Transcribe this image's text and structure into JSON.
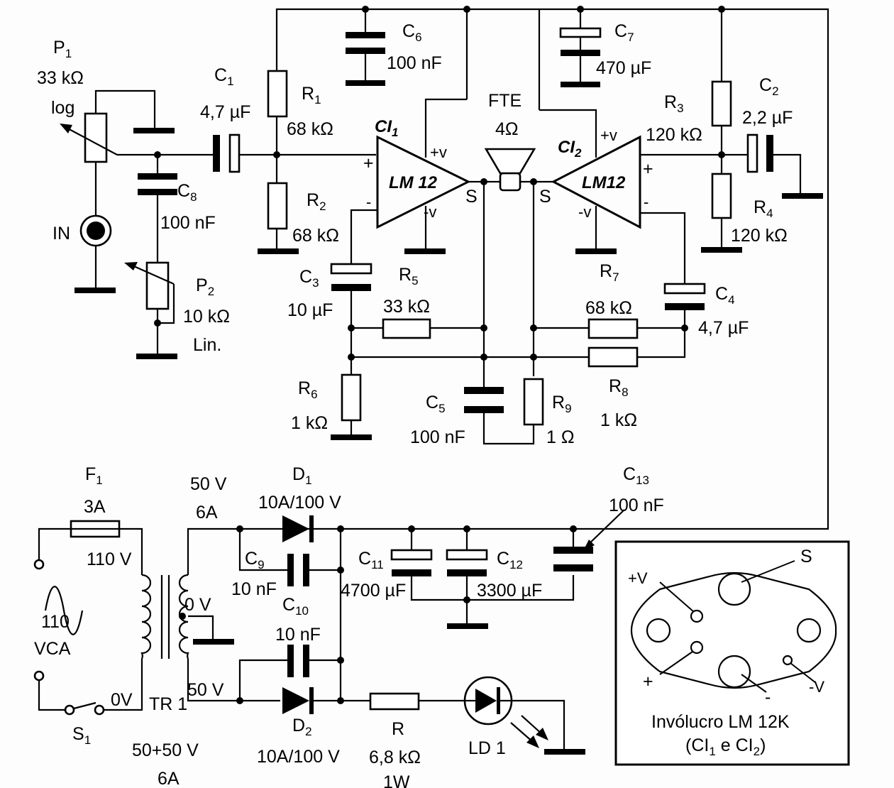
{
  "components": {
    "p1": {
      "name": "P",
      "sub": "1",
      "value": "33 kΩ",
      "note": "log"
    },
    "p2": {
      "name": "P",
      "sub": "2",
      "value": "10 kΩ",
      "note": "Lin."
    },
    "c1": {
      "name": "C",
      "sub": "1",
      "value": "4,7 µF"
    },
    "c2": {
      "name": "C",
      "sub": "2",
      "value": "2,2 µF"
    },
    "c3": {
      "name": "C",
      "sub": "3",
      "value": "10 µF"
    },
    "c4": {
      "name": "C",
      "sub": "4",
      "value": "4,7 µF"
    },
    "c5": {
      "name": "C",
      "sub": "5",
      "value": "100 nF"
    },
    "c6": {
      "name": "C",
      "sub": "6",
      "value": "100 nF"
    },
    "c7": {
      "name": "C",
      "sub": "7",
      "value": "470 µF"
    },
    "c8": {
      "name": "C",
      "sub": "8",
      "value": "100 nF"
    },
    "c9": {
      "name": "C",
      "sub": "9",
      "value": "10 nF"
    },
    "c10": {
      "name": "C",
      "sub": "10",
      "value": "10 nF"
    },
    "c11": {
      "name": "C",
      "sub": "11",
      "value": "4700 µF"
    },
    "c12": {
      "name": "C",
      "sub": "12",
      "value": "3300 µF"
    },
    "c13": {
      "name": "C",
      "sub": "13",
      "value": "100 nF"
    },
    "r1": {
      "name": "R",
      "sub": "1",
      "value": "68 kΩ"
    },
    "r2": {
      "name": "R",
      "sub": "2",
      "value": "68 kΩ"
    },
    "r3": {
      "name": "R",
      "sub": "3",
      "value": "120 kΩ"
    },
    "r4": {
      "name": "R",
      "sub": "4",
      "value": "120 kΩ"
    },
    "r5": {
      "name": "R",
      "sub": "5",
      "value": "33 kΩ"
    },
    "r6": {
      "name": "R",
      "sub": "6",
      "value": "1 kΩ"
    },
    "r7": {
      "name": "R",
      "sub": "7",
      "value": "68 kΩ"
    },
    "r8": {
      "name": "R",
      "sub": "8",
      "value": "1 kΩ"
    },
    "r9": {
      "name": "R",
      "sub": "9",
      "value": "1 Ω"
    },
    "r": {
      "name": "R",
      "value": "6,8 kΩ",
      "power": "1W"
    },
    "ci1": {
      "name": "CI",
      "sub": "1",
      "part": "LM 12"
    },
    "ci2": {
      "name": "CI",
      "sub": "2",
      "part": "LM12"
    },
    "fte": {
      "name": "FTE",
      "value": "4Ω"
    },
    "f1": {
      "name": "F",
      "sub": "1",
      "value": "3A"
    },
    "d1": {
      "name": "D",
      "sub": "1",
      "value": "10A/100 V"
    },
    "d2": {
      "name": "D",
      "sub": "2",
      "value": "10A/100 V"
    },
    "ld1": {
      "label": "LD 1"
    },
    "tr1": {
      "label": "TR 1",
      "rating": "50+50 V",
      "current": "6A"
    },
    "s1": {
      "name": "S",
      "sub": "1"
    }
  },
  "labels": {
    "in": "IN",
    "plus_v": "+v",
    "minus_v": "-v",
    "s": "S",
    "plus": "+",
    "minus": "-",
    "v110": "110 V",
    "v0": "0V",
    "mains_110": "110",
    "vca": "VCA",
    "v50_top": "50 V",
    "a6_top": "6A",
    "v50_bot": "50 V",
    "ct_0v": "0 V"
  },
  "package": {
    "title_line1": "Invólucro LM 12K",
    "title_line2_pre": "(CI",
    "title_line2_s1": "1",
    "title_line2_mid": " e CI",
    "title_line2_s2": "2",
    "title_line2_post": ")",
    "pin_s": "S",
    "pin_plus_v": "+V",
    "pin_plus": "+",
    "pin_minus": "-",
    "pin_minus_v": "-V"
  }
}
